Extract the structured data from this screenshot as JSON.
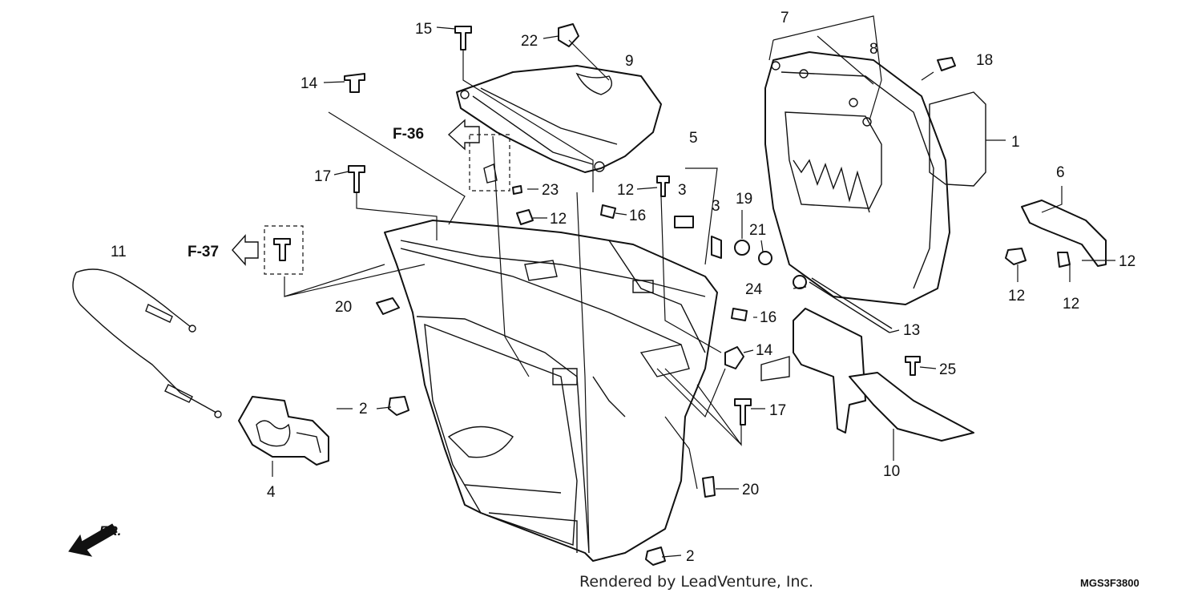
{
  "diagram": {
    "callouts": [
      "1",
      "2",
      "2",
      "3",
      "3",
      "4",
      "5",
      "6",
      "7",
      "8",
      "9",
      "10",
      "11",
      "12",
      "12",
      "12",
      "12",
      "12",
      "13",
      "14",
      "14",
      "15",
      "16",
      "16",
      "17",
      "17",
      "18",
      "19",
      "20",
      "20",
      "21",
      "22",
      "23",
      "24",
      "25"
    ],
    "refs": [
      "F-36",
      "F-37"
    ],
    "direction": "FR.",
    "credit": "Rendered by LeadVenture, Inc.",
    "code": "MGS3F3800"
  }
}
